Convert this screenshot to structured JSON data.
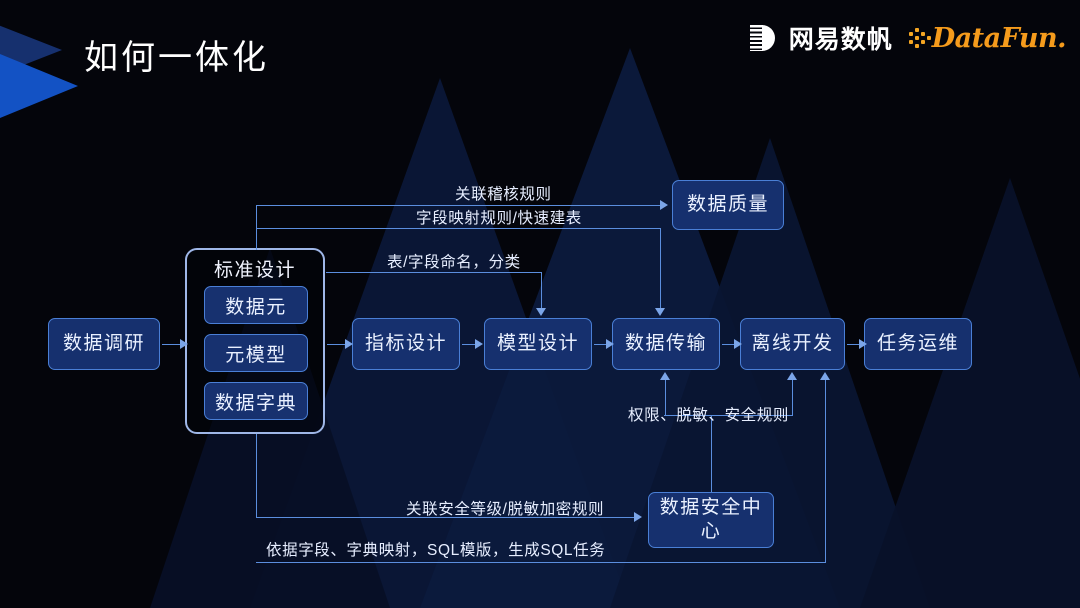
{
  "slide": {
    "title": "如何一体化",
    "background_color": "#04050b",
    "accent_color": "#4a7fd6",
    "node_fill": "#16306e"
  },
  "branding": {
    "netease": {
      "name": "网易数帆",
      "mark": "netease-shufan-logo-icon"
    },
    "datafun": {
      "name": "DataFun.",
      "color": "#f59b1c",
      "mark": "datafun-dots-icon"
    }
  },
  "diagram": {
    "nodes": [
      {
        "id": "research",
        "label": "数据调研"
      },
      {
        "id": "metric",
        "label": "指标设计"
      },
      {
        "id": "model",
        "label": "模型设计"
      },
      {
        "id": "transfer",
        "label": "数据传输"
      },
      {
        "id": "offline",
        "label": "离线开发"
      },
      {
        "id": "ops",
        "label": "任务运维"
      },
      {
        "id": "quality",
        "label": "数据质量"
      },
      {
        "id": "security",
        "label": "数据安全中心"
      }
    ],
    "group": {
      "title": "标准设计",
      "items": [
        {
          "id": "data-element",
          "label": "数据元"
        },
        {
          "id": "meta-model",
          "label": "元模型"
        },
        {
          "id": "data-dict",
          "label": "数据字典"
        }
      ]
    },
    "edge_labels": [
      {
        "id": "audit-rule",
        "text": "关联稽核规则"
      },
      {
        "id": "field-mapping",
        "text": "字段映射规则/快速建表"
      },
      {
        "id": "naming",
        "text": "表/字段命名，分类"
      },
      {
        "id": "permission",
        "text": "权限、脱敏、安全规则"
      },
      {
        "id": "security-level",
        "text": "关联安全等级/脱敏加密规则"
      },
      {
        "id": "sql-task",
        "text": "依据字段、字典映射，SQL模版，生成SQL任务"
      }
    ]
  }
}
